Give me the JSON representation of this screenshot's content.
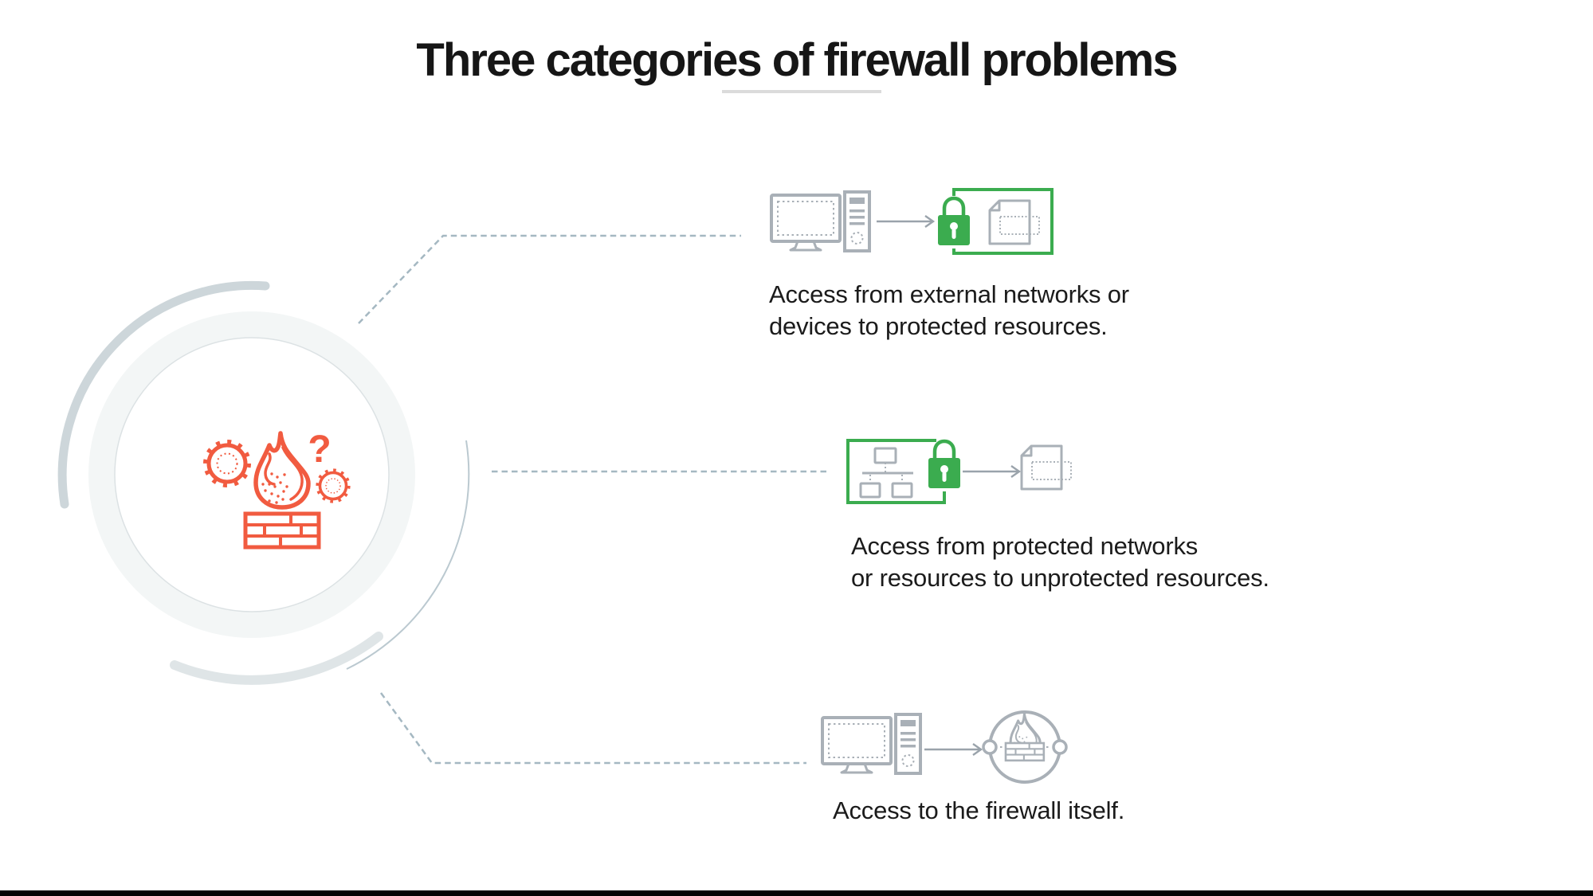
{
  "page": {
    "title": "Three categories of firewall problems"
  },
  "center": {
    "icon": "firewall-problem-icon",
    "question_mark": "?"
  },
  "categories": [
    {
      "name": "external-access-to-protected-resources",
      "text_lines": [
        "Access from external networks or",
        "devices to protected resources."
      ],
      "icons": [
        "desktop-computer-icon",
        "arrow-right-icon",
        "lock-icon",
        "document-icon"
      ]
    },
    {
      "name": "protected-access-to-unprotected-resources",
      "text_lines": [
        "Access from protected networks",
        "or resources to unprotected resources."
      ],
      "icons": [
        "network-icon",
        "lock-icon",
        "arrow-right-icon",
        "document-icon"
      ]
    },
    {
      "name": "access-to-firewall-itself",
      "text_lines": [
        "Access to the firewall itself."
      ],
      "icons": [
        "desktop-computer-icon",
        "arrow-right-icon",
        "firewall-badge-icon"
      ]
    }
  ],
  "colors": {
    "accent_orange": "#F15B40",
    "accent_green": "#3BAC4F",
    "icon_gray": "#A9B0B7",
    "arrow_gray": "#9AA3AB",
    "connector_dash": "#A5B8C2",
    "text": "#1B1B1B",
    "divider": "#DBDBDB",
    "circle_fill": "#F3F6F6"
  }
}
